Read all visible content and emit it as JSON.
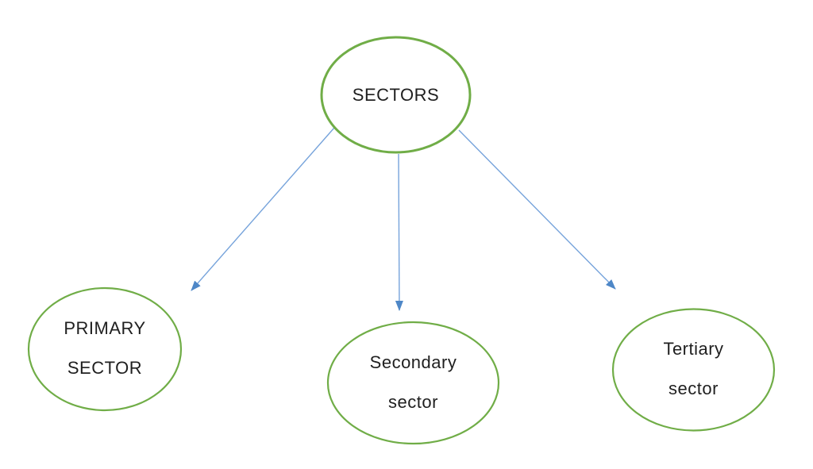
{
  "colors": {
    "node_border": "#70AD47",
    "arrow_line": "#76A3DB",
    "arrow_head": "#4E87C7",
    "text": "#1f1f1f",
    "background": "#ffffff"
  },
  "nodes": {
    "root": {
      "label": "SECTORS"
    },
    "children": [
      {
        "line1": "PRIMARY",
        "line2": "SECTOR"
      },
      {
        "line1": "Secondary",
        "line2": "sector"
      },
      {
        "line1": "Tertiary",
        "line2": "sector"
      }
    ]
  }
}
